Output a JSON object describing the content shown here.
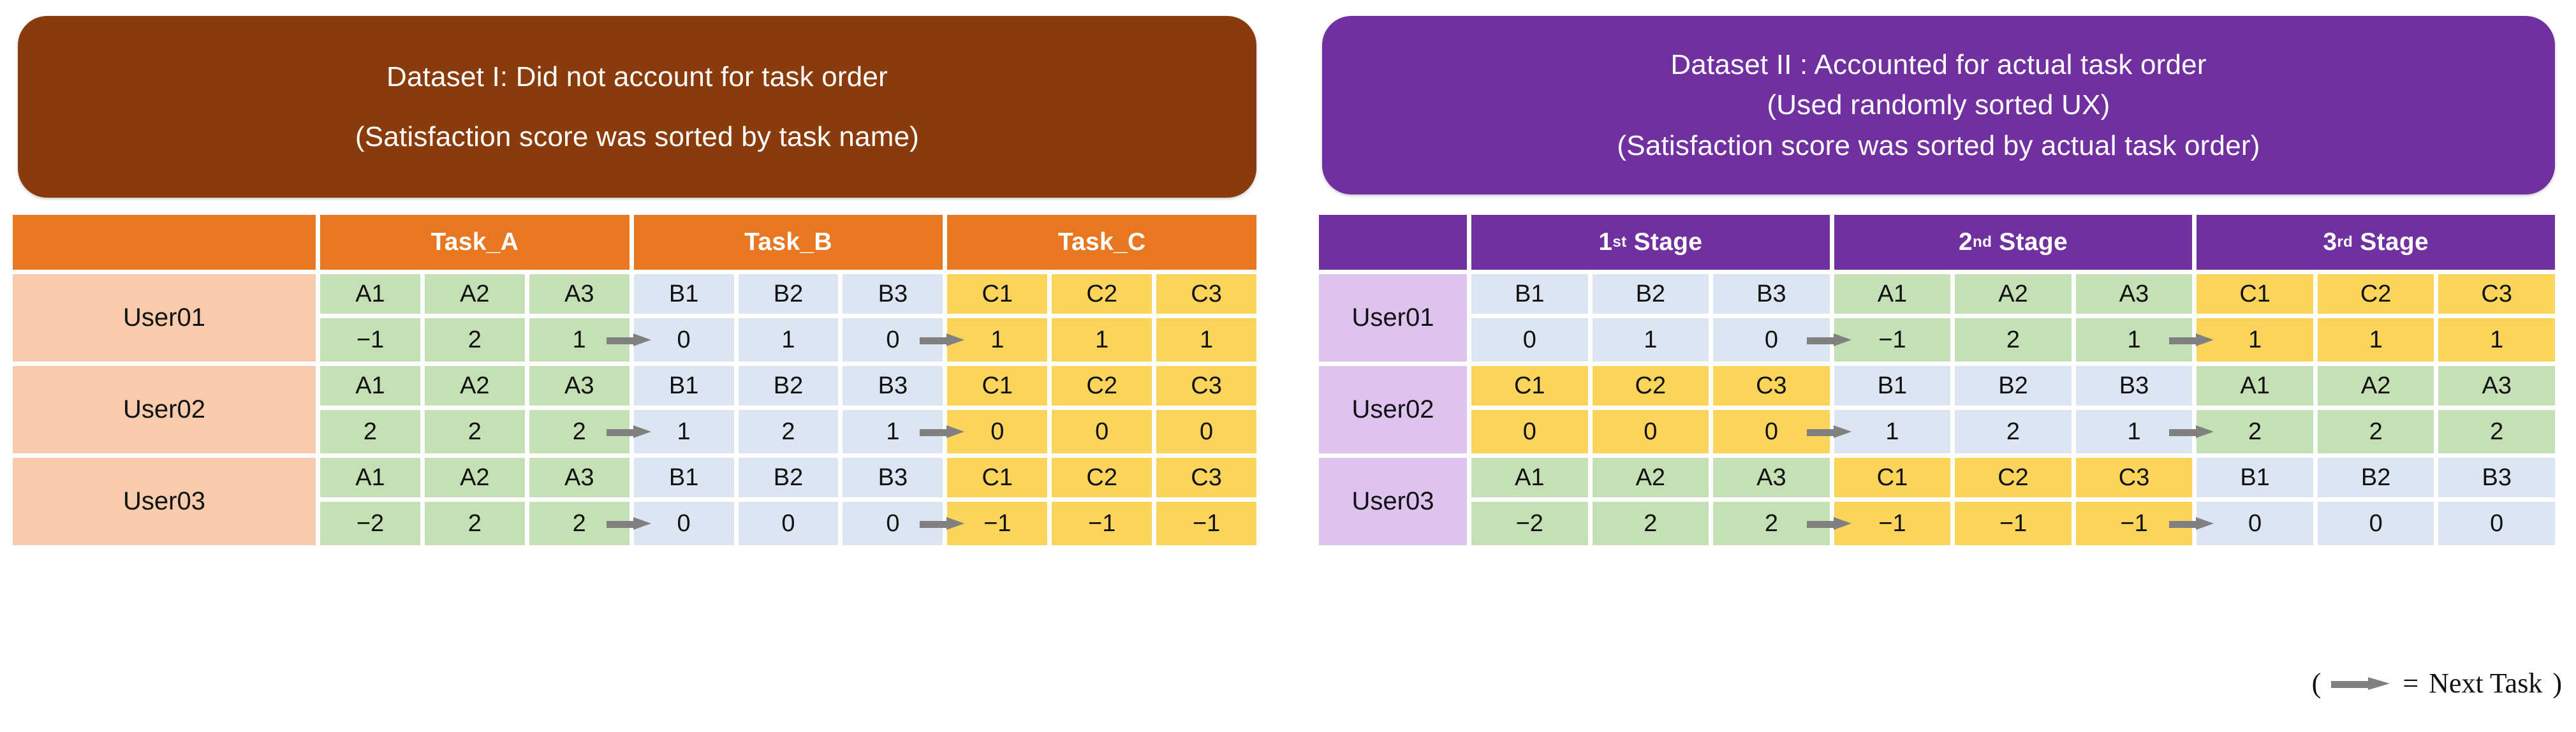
{
  "left": {
    "banner": {
      "lines": [
        "Dataset I: Did not account for task order",
        "(Satisfaction score was sorted by task name)"
      ],
      "bg": "#8A3B0B"
    },
    "header": {
      "corner": "",
      "groups": [
        "Task_A",
        "Task_B",
        "Task_C"
      ],
      "bg": "#E87722"
    },
    "rows": [
      {
        "user": "User01",
        "codes": [
          "A1",
          "A2",
          "A3",
          "B1",
          "B2",
          "B3",
          "C1",
          "C2",
          "C3"
        ],
        "values": [
          "−1",
          "2",
          "1",
          "0",
          "1",
          "0",
          "1",
          "1",
          "1"
        ],
        "colors": [
          "green",
          "green",
          "green",
          "blue",
          "blue",
          "blue",
          "gold",
          "gold",
          "gold"
        ]
      },
      {
        "user": "User02",
        "codes": [
          "A1",
          "A2",
          "A3",
          "B1",
          "B2",
          "B3",
          "C1",
          "C2",
          "C3"
        ],
        "values": [
          "2",
          "2",
          "2",
          "1",
          "2",
          "1",
          "0",
          "0",
          "0"
        ],
        "colors": [
          "green",
          "green",
          "green",
          "blue",
          "blue",
          "blue",
          "gold",
          "gold",
          "gold"
        ]
      },
      {
        "user": "User03",
        "codes": [
          "A1",
          "A2",
          "A3",
          "B1",
          "B2",
          "B3",
          "C1",
          "C2",
          "C3"
        ],
        "values": [
          "−2",
          "2",
          "2",
          "0",
          "0",
          "0",
          "−1",
          "−1",
          "−1"
        ],
        "colors": [
          "green",
          "green",
          "green",
          "blue",
          "blue",
          "blue",
          "gold",
          "gold",
          "gold"
        ]
      }
    ]
  },
  "right": {
    "banner": {
      "lines": [
        "Dataset II : Accounted for actual task order",
        "(Used randomly sorted UX)",
        "(Satisfaction score was sorted by actual task order)"
      ],
      "bg": "#7030A0"
    },
    "header": {
      "corner": "",
      "groups": [
        {
          "ordinal": "1",
          "suffix": "st",
          "word": "Stage"
        },
        {
          "ordinal": "2",
          "suffix": "nd",
          "word": "Stage"
        },
        {
          "ordinal": "3",
          "suffix": "rd",
          "word": "Stage"
        }
      ],
      "bg": "#7030A0"
    },
    "rows": [
      {
        "user": "User01",
        "codes": [
          "B1",
          "B2",
          "B3",
          "A1",
          "A2",
          "A3",
          "C1",
          "C2",
          "C3"
        ],
        "values": [
          "0",
          "1",
          "0",
          "−1",
          "2",
          "1",
          "1",
          "1",
          "1"
        ],
        "colors": [
          "blue",
          "blue",
          "blue",
          "green",
          "green",
          "green",
          "gold",
          "gold",
          "gold"
        ]
      },
      {
        "user": "User02",
        "codes": [
          "C1",
          "C2",
          "C3",
          "B1",
          "B2",
          "B3",
          "A1",
          "A2",
          "A3"
        ],
        "values": [
          "0",
          "0",
          "0",
          "1",
          "2",
          "1",
          "2",
          "2",
          "2"
        ],
        "colors": [
          "gold",
          "gold",
          "gold",
          "blue",
          "blue",
          "blue",
          "green",
          "green",
          "green"
        ]
      },
      {
        "user": "User03",
        "codes": [
          "A1",
          "A2",
          "A3",
          "C1",
          "C2",
          "C3",
          "B1",
          "B2",
          "B3"
        ],
        "values": [
          "−2",
          "2",
          "2",
          "−1",
          "−1",
          "−1",
          "0",
          "0",
          "0"
        ],
        "colors": [
          "green",
          "green",
          "green",
          "gold",
          "gold",
          "gold",
          "blue",
          "blue",
          "blue"
        ]
      }
    ]
  },
  "legend": {
    "open_paren": "(",
    "equals": "=",
    "label": "Next Task",
    "close_paren": ")",
    "arrow_color": "#808080"
  },
  "palette": {
    "orange": "#E87722",
    "purple": "#7030A0",
    "brown": "#8A3B0B",
    "cell_green": "#C5E0B4",
    "cell_blue": "#DCE6F2",
    "cell_gold": "#FBD45C",
    "label_peach": "#F8CBAD",
    "label_lilac": "#DEC2F0",
    "arrow_gray": "#808080"
  }
}
